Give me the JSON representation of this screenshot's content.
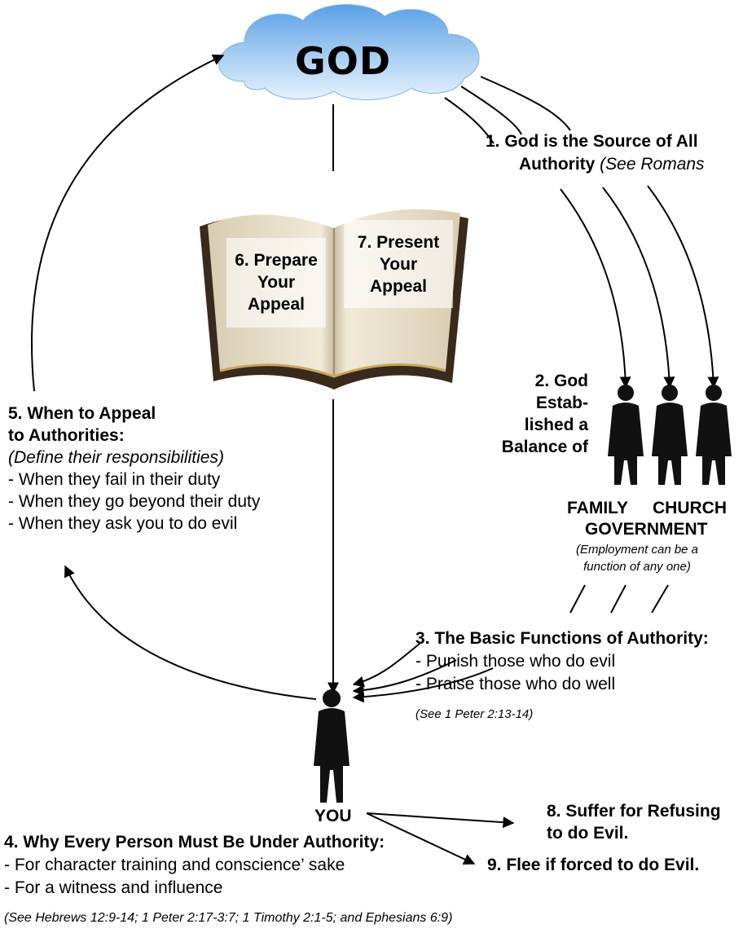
{
  "god": {
    "label": "GOD"
  },
  "source": {
    "line1": "1. God is the Source of All",
    "line2_bold": "Authority",
    "line2_ital": "(See Romans"
  },
  "balance": {
    "lines": [
      "2. God",
      "Estab-",
      "lished a",
      "Balance   of"
    ]
  },
  "institutions": {
    "family": "FAMILY",
    "church": "CHURCH",
    "government": "GOVERNMENT",
    "note1": "(Employment can be a",
    "note2": "function of any one)"
  },
  "bible": {
    "prepare": [
      "6. Prepare",
      "Your",
      "Appeal"
    ],
    "present": [
      "7. Present",
      "Your",
      "Appeal"
    ]
  },
  "functions": {
    "title": "3. The Basic Functions of Authority:",
    "items": [
      "- Punish those who do evil",
      "- Praise those who do well"
    ],
    "ref": "(See 1 Peter 2:13-14)"
  },
  "appeal_when": {
    "title1": "5. When to Appeal",
    "title2": "to Authorities:",
    "subtitle": "(Define their responsibilities)",
    "items": [
      "- When they fail in their duty",
      "- When they go beyond their duty",
      "- When they ask you to do evil"
    ]
  },
  "you": {
    "label": "YOU"
  },
  "why": {
    "title": "4. Why Every Person Must Be Under Authority:",
    "items": [
      "- For character training and conscience’ sake",
      "- For a witness and influence"
    ],
    "ref": "(See Hebrews 12:9-14; 1 Peter 2:17-3:7; 1 Timothy 2:1-5; and Ephesians 6:9)"
  },
  "suffer": {
    "line1": "8. Suffer for Refusing",
    "line2": "to do Evil."
  },
  "flee": {
    "label": "9. Flee if forced to do Evil."
  },
  "colors": {
    "cloud_top": "#5aa0e6",
    "cloud_bottom": "#e6f2fb",
    "figure": "#111111",
    "book_cover": "#3a2a1c",
    "book_page": "#ece4cf"
  }
}
